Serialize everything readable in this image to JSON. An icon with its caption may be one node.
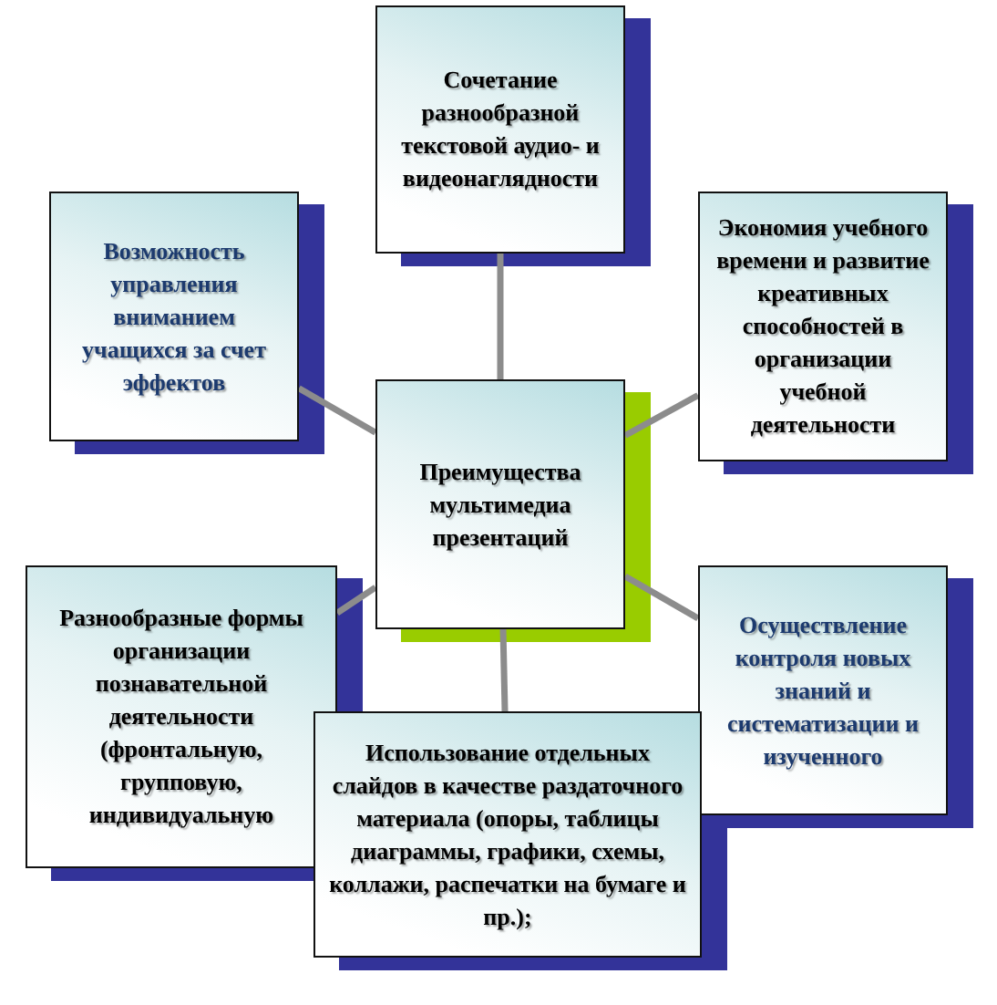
{
  "diagram": {
    "nodes": [
      {
        "text": [
          "Сочетание разнообразной текстовой аудио- и видеонаглядности"
        ]
      },
      {
        "text": [
          "Возможность управления вниманием учащихся за счет эффектов"
        ]
      },
      {
        "text": [
          "Экономия учебного времени и развитие креативных способностей в организации учебной деятельности"
        ]
      },
      {
        "text": [
          "Преимущества мультимедиа презентаций"
        ]
      },
      {
        "text": [
          "Разнообразные формы организации познавательной деятельности (фронтальную, групповую, индивидуальную"
        ]
      },
      {
        "text": [
          "Осуществление контроля новых знаний и систематизации и изученного"
        ]
      },
      {
        "text": [
          "Использование отдельных слайдов в качестве раздаточного материала (опоры, таблицы диаграммы, графики, схемы, коллажи, распечатки на бумаге и пр.);"
        ]
      }
    ],
    "edges": [
      {
        "from": 3,
        "to": 0,
        "arrow": "none"
      },
      {
        "from": 3,
        "to": 1,
        "arrow": "none"
      },
      {
        "from": 3,
        "to": 2,
        "arrow": "none"
      },
      {
        "from": 3,
        "to": 4,
        "arrow": "none"
      },
      {
        "from": 3,
        "to": 5,
        "arrow": "none"
      },
      {
        "from": 3,
        "to": 6,
        "arrow": "none"
      }
    ]
  }
}
